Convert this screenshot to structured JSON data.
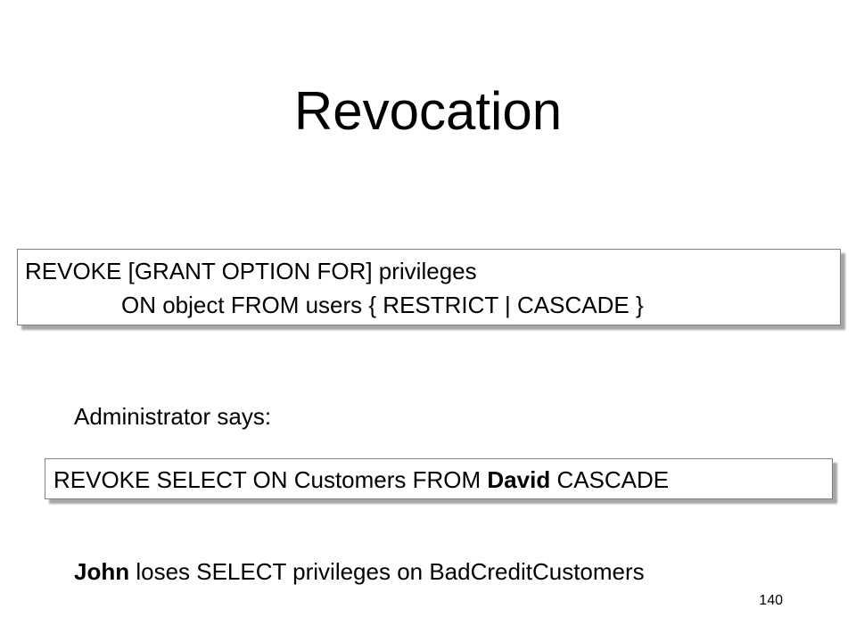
{
  "slide": {
    "title": "Revocation",
    "syntax": {
      "line1": "REVOKE   [GRANT OPTION FOR]   privileges",
      "line2": "ON object FROM users  {  RESTRICT   |   CASCADE   }"
    },
    "admin_label": "Administrator says:",
    "command": {
      "prefix": "REVOKE SELECT ON Customers  FROM ",
      "user": "David",
      "suffix": " CASCADE"
    },
    "result": {
      "user": "John",
      "text": " loses SELECT privileges on BadCreditCustomers"
    },
    "page_number": "140"
  }
}
